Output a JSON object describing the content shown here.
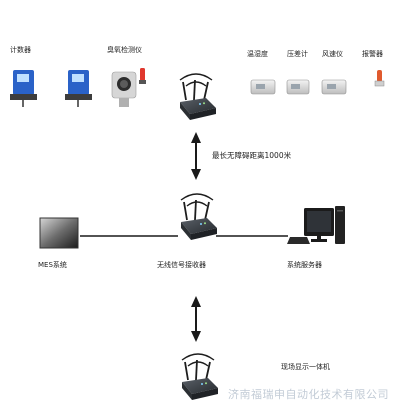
{
  "labels": {
    "counter": "计数器",
    "ozone_detector": "臭氧检测仪",
    "temp_humidity": "温湿度",
    "pressure_gauge": "压差计",
    "anemometer": "风速仪",
    "alarm": "报警器",
    "max_distance": "最长无障碍距离1000米",
    "mes_system": "MES系统",
    "wireless_receiver": "无线信号接收器",
    "system_server": "系统服务器",
    "onsite_display": "现场显示一体机"
  },
  "watermark": "济南福瑞申自动化技术有限公司",
  "colors": {
    "device_blue": "#2a62c8",
    "router_dark": "#3a3f45",
    "antenna": "#1d1d1d",
    "line": "#1a1a1a",
    "text": "#222222"
  }
}
